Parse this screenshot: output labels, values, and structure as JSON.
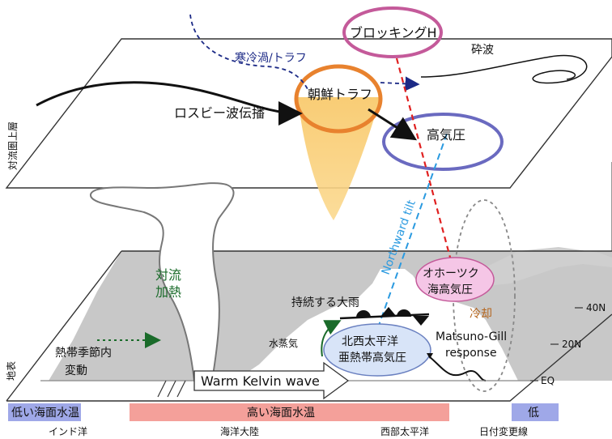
{
  "labels": {
    "blocking_high": "ブロッキングH",
    "breaking_wave": "砕波",
    "cold_vortex_trough": "寒冷渦/トラフ",
    "korean_trough": "朝鮮トラフ",
    "rossby_propagation": "ロスビー波伝播",
    "high_pressure": "高気圧",
    "upper_troposphere": "対流圏上層",
    "convective_heating": [
      "対流",
      "加熱"
    ],
    "northward_tilt": "Northward tilt",
    "okhotsk_high": [
      "オホーツク",
      "海高気圧"
    ],
    "cooling": "冷却",
    "persistent_rain": "持続する大雨",
    "water_vapor": "水蒸気",
    "wnp_subtropical_high": [
      "北西太平洋",
      "亜熱帯高気圧"
    ],
    "matsuno_gill": [
      "Matsuno-Gill",
      "response"
    ],
    "intraseasonal": [
      "熱帯季節内",
      "変動"
    ],
    "surface": "地表",
    "warm_kelvin_wave": "Warm Kelvin wave",
    "lat_40n": "40N",
    "lat_20n": "20N",
    "lat_eq": "EQ"
  },
  "sst_bar": {
    "low_left": "低い海面水温",
    "high_center": "高い海面水温",
    "low_right": "低"
  },
  "regions": [
    "インド洋",
    "海洋大陸",
    "西部太平洋",
    "日付変更線"
  ],
  "colors": {
    "sst_low": "#9fa8e8",
    "sst_high": "#f4a09a",
    "trough_fill": "#f8c766",
    "trough_edge": "#e8822e",
    "blocking_edge": "#c45a9a",
    "high_edge": "#6a6ac0",
    "okhotsk_fill": "#f5c6e6",
    "subtropical_fill": "#d8e4f8",
    "land": "#c8c8c8",
    "rossby_arrow": "#1c2a86",
    "tilt_red": "#e02020",
    "tilt_blue": "#2a9ae0",
    "green": "#1a6b2a"
  }
}
